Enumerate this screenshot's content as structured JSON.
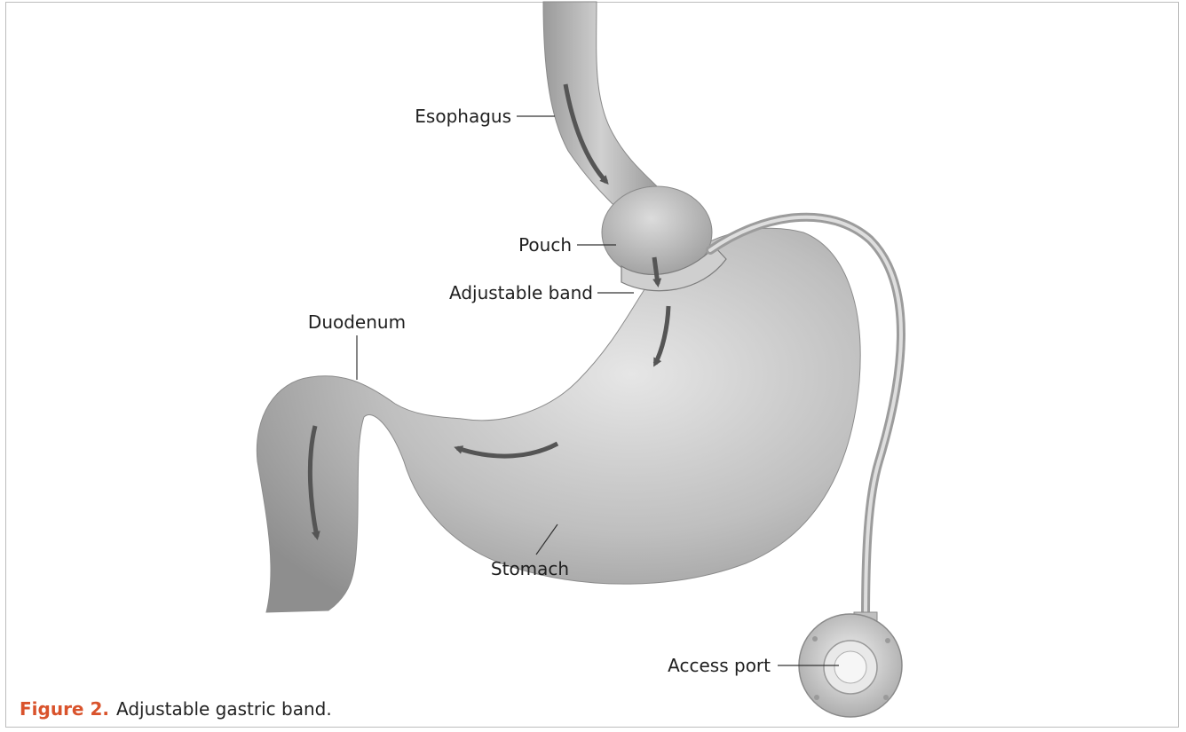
{
  "labels": {
    "esophagus": "Esophagus",
    "pouch": "Pouch",
    "band": "Adjustable band",
    "duodenum": "Duodenum",
    "stomach": "Stomach",
    "port": "Access port"
  },
  "caption": {
    "figure_number": "Figure 2.",
    "text": "Adjustable gastric band."
  },
  "colors": {
    "caption_accent": "#d9532c",
    "tissue": "#b9b9b9",
    "arrow": "#555555"
  }
}
